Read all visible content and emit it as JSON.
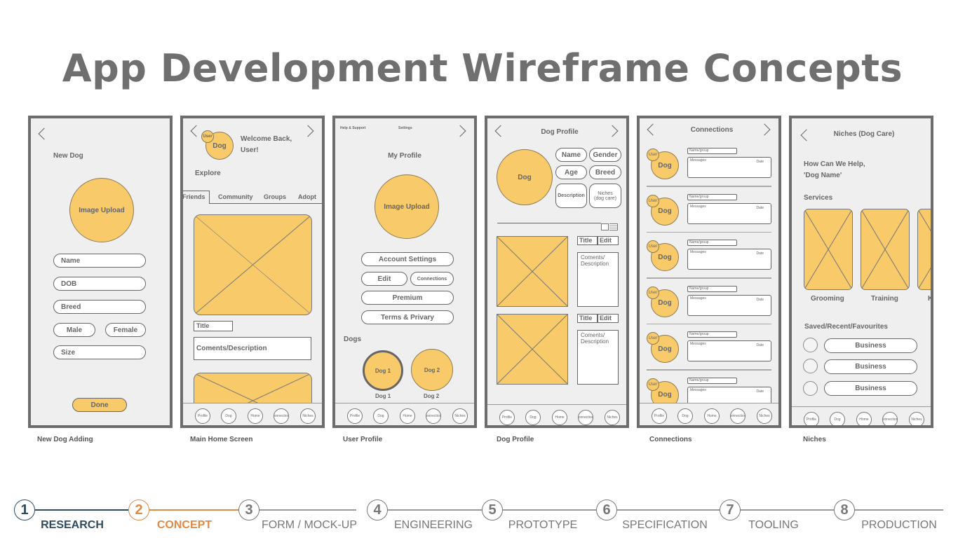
{
  "title": "App Development Wireframe Concepts",
  "colors": {
    "accent_yellow": "#f8ca6a",
    "frame": "#6d6d6d",
    "research": "#2f4b5e",
    "concept": "#e08a48",
    "inactive": "#777777"
  },
  "nav_items": [
    "Profile",
    "Dog",
    "Home",
    "Connections",
    "Niches"
  ],
  "screens": {
    "new_dog": {
      "caption": "New Dog Adding",
      "heading": "New Dog",
      "image_upload": "Image Upload",
      "fields": [
        "Name",
        "DOB",
        "Breed"
      ],
      "male": "Male",
      "female": "Female",
      "size": "Size",
      "done": "Done"
    },
    "home": {
      "caption": "Main Home Screen",
      "user_badge": "User",
      "dog": "Dog",
      "welcome": "Welcome Back,",
      "welcome2": "User!",
      "explore": "Explore",
      "tabs": [
        "Friends",
        "Community",
        "Groups",
        "Adopt"
      ],
      "title_field": "Title",
      "comments": "Coments/Description"
    },
    "profile": {
      "caption": "User Profile",
      "help": "Help & Support",
      "settings": "Settings",
      "heading": "My Profile",
      "image_upload": "Image Upload",
      "account_settings": "Account Settings",
      "edit": "Edit",
      "connections": "Connections",
      "premium": "Premium",
      "terms": "Terms & Privary",
      "dogs_heading": "Dogs",
      "dog1": "Dog 1",
      "dog2": "Dog 2"
    },
    "dog_profile": {
      "caption": "Dog Profile",
      "heading": "Dog Profile",
      "dog": "Dog",
      "name": "Name",
      "gender": "Gender",
      "age": "Age",
      "breed": "Breed",
      "description": "Description",
      "niches": "Niches (dog care)",
      "title_label": "Title",
      "edit": "Edit",
      "comments": "Coments/ Description"
    },
    "connections": {
      "caption": "Connections",
      "heading": "Connections",
      "user_badge": "User",
      "dog": "Dog",
      "name_group": "Name/group",
      "messages": "Messages",
      "date": "Date",
      "row_count": 6
    },
    "niches": {
      "caption": "Niches",
      "heading": "Niches (Dog Care)",
      "help1": "How Can We Help,",
      "help2": "'Dog Name'",
      "services": "Services",
      "service_items": [
        "Grooming",
        "Training",
        "K"
      ],
      "saved": "Saved/Recent/Favourites",
      "business": [
        "Business",
        "Business",
        "Business"
      ]
    }
  },
  "steps": [
    {
      "num": "1",
      "label": "RESEARCH",
      "state": "done"
    },
    {
      "num": "2",
      "label": "CONCEPT",
      "state": "current"
    },
    {
      "num": "3",
      "label": "FORM / MOCK-UP",
      "state": "todo"
    },
    {
      "num": "4",
      "label": "ENGINEERING",
      "state": "todo"
    },
    {
      "num": "5",
      "label": "PROTOTYPE",
      "state": "todo"
    },
    {
      "num": "6",
      "label": "SPECIFICATION",
      "state": "todo"
    },
    {
      "num": "7",
      "label": "TOOLING",
      "state": "todo"
    },
    {
      "num": "8",
      "label": "PRODUCTION",
      "state": "todo"
    }
  ]
}
